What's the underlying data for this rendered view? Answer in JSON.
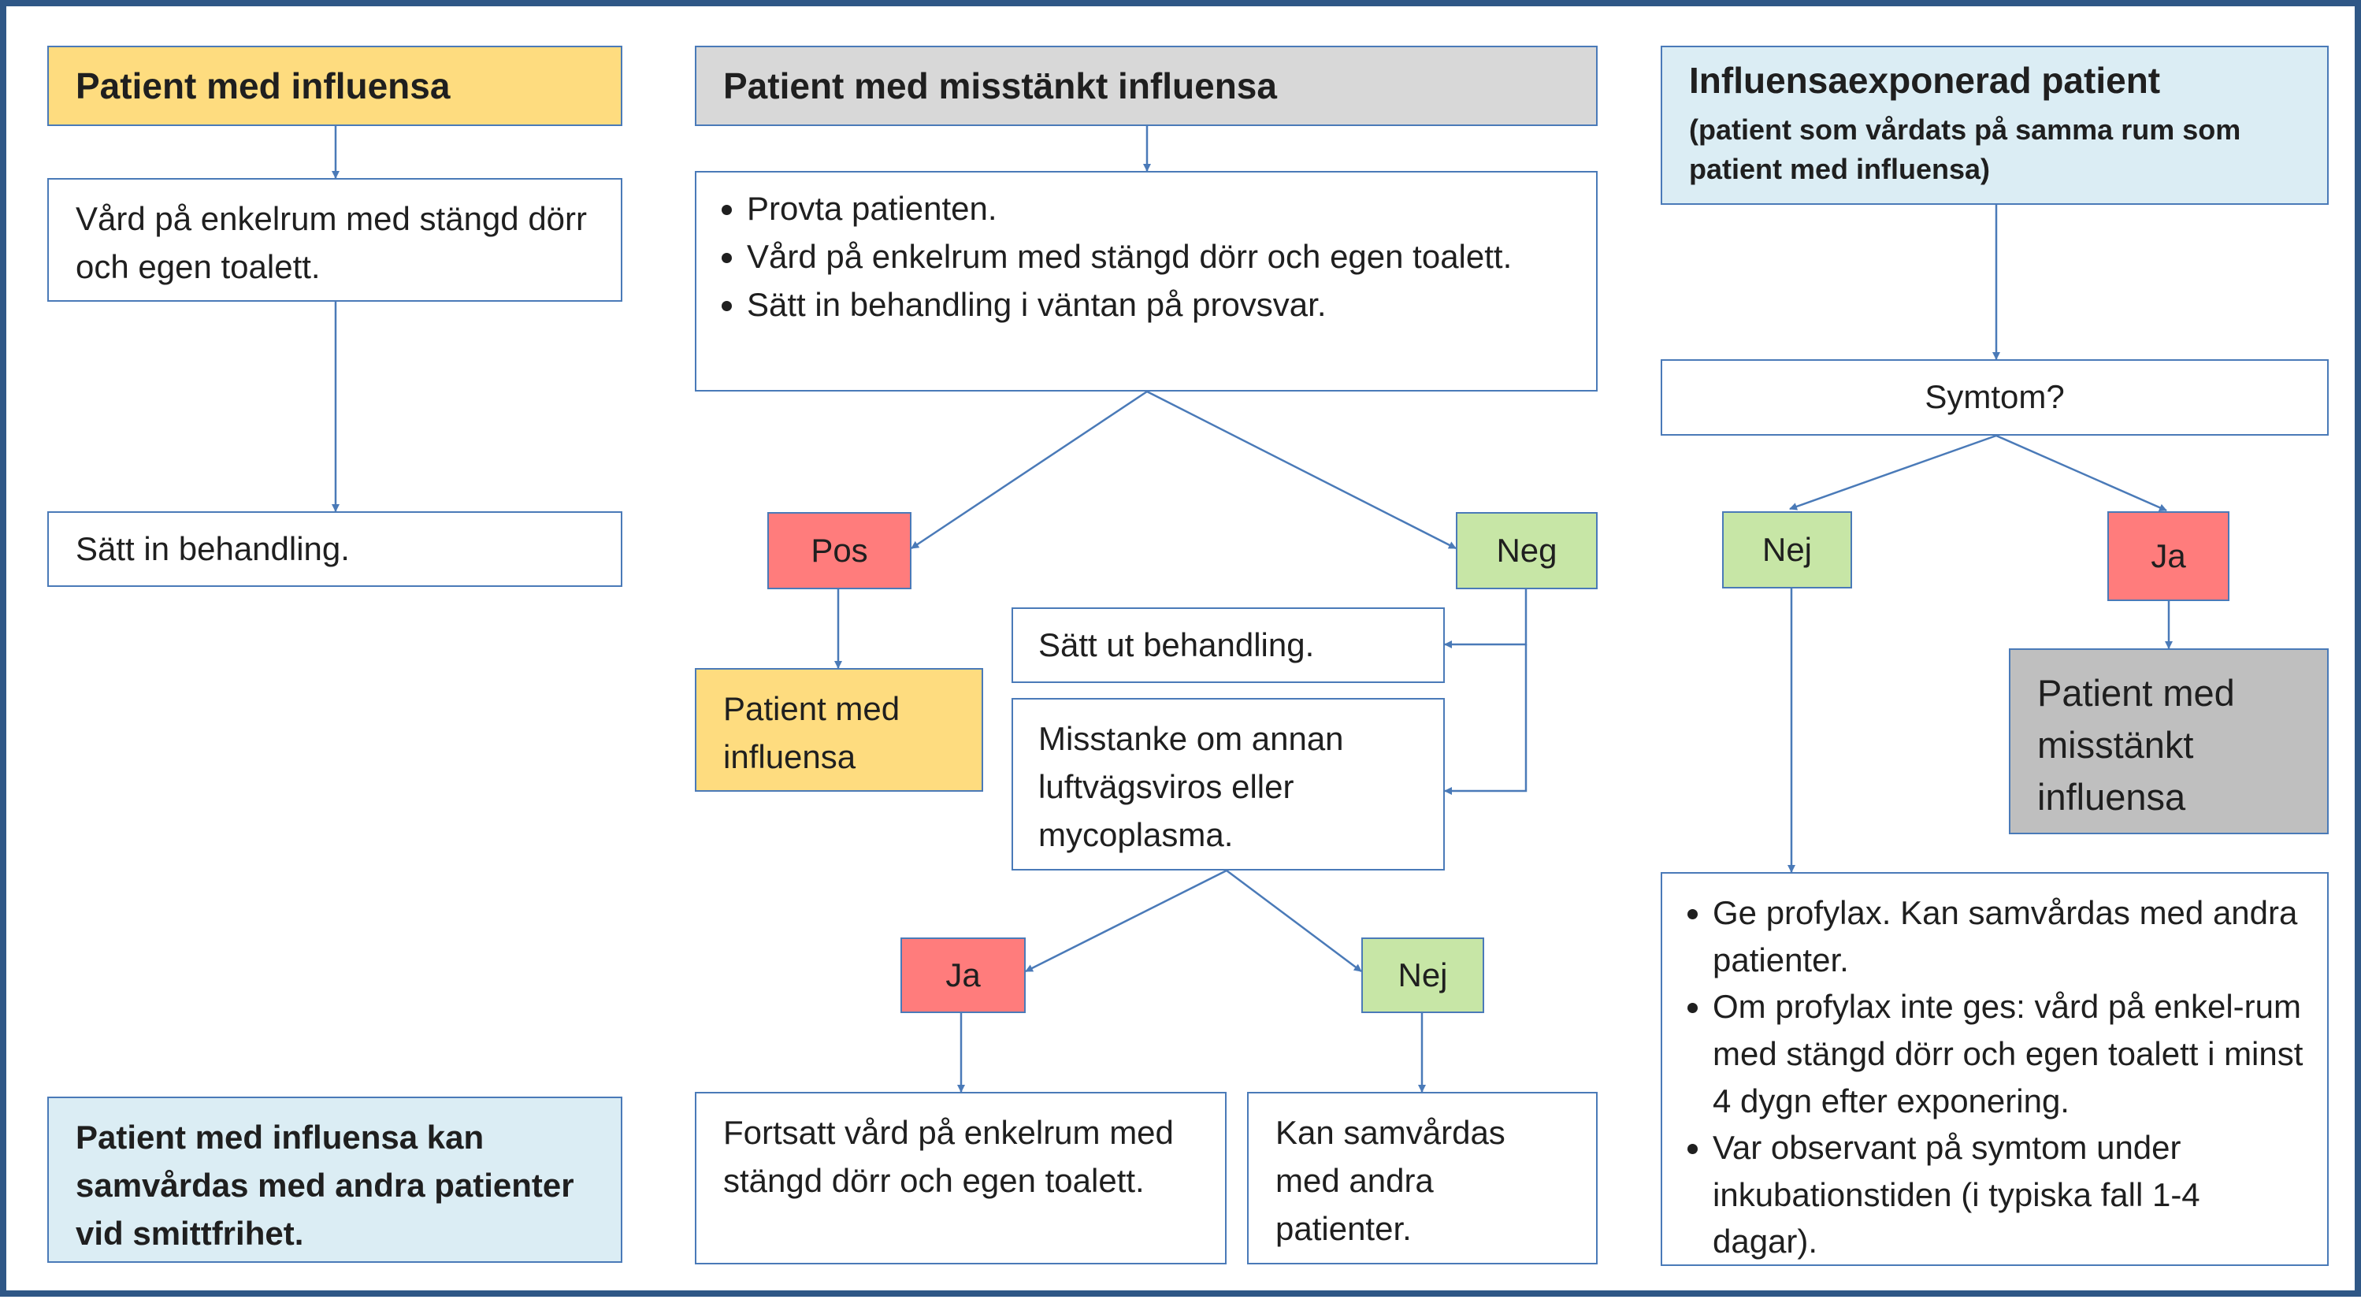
{
  "colors": {
    "frame": "#2f5786",
    "box_border": "#4a7ab8",
    "yellow": "#fedc7f",
    "grey_header": "#d8d8d8",
    "grey_result": "#bfbfbf",
    "light_blue": "#dbedf4",
    "red": "#ff7c7c",
    "green": "#c7e6a6",
    "arrow": "#4a7ab8"
  },
  "left": {
    "header": "Patient med influensa",
    "box1": "Vård på enkelrum med stängd dörr och egen toalett.",
    "box2": "Sätt in behandling.",
    "note": "Patient med influensa kan samvårdas med andra patienter vid smittfrihet."
  },
  "middle": {
    "header": "Patient med misstänkt influensa",
    "steps": [
      "Provta patienten.",
      "Vård på enkelrum med stängd dörr och egen toalett.",
      "Sätt in behandling i väntan på provsvar."
    ],
    "pos_label": "Pos",
    "neg_label": "Neg",
    "pos_result": "Patient med influensa",
    "neg_action1": "Sätt ut behandling.",
    "neg_action2": "Misstanke om annan luftvägsviros eller mycoplasma.",
    "ja_label": "Ja",
    "nej_label": "Nej",
    "ja_result": "Fortsatt vård på enkelrum med stängd dörr och egen toalett.",
    "nej_result": "Kan samvårdas med andra patienter."
  },
  "right": {
    "header_title": "Influensaexponerad patient",
    "header_sub": "(patient som vårdats på samma rum som patient med influensa)",
    "question": "Symtom?",
    "nej_label": "Nej",
    "ja_label": "Ja",
    "ja_result": "Patient med misstänkt influensa",
    "nej_steps": [
      "Ge profylax. Kan samvårdas med andra patienter.",
      "Om profylax inte ges: vård på enkel-rum med stängd dörr och egen toalett i minst 4 dygn efter exponering.",
      "Var observant på symtom under inkubationstiden (i typiska fall 1-4 dagar)."
    ]
  }
}
